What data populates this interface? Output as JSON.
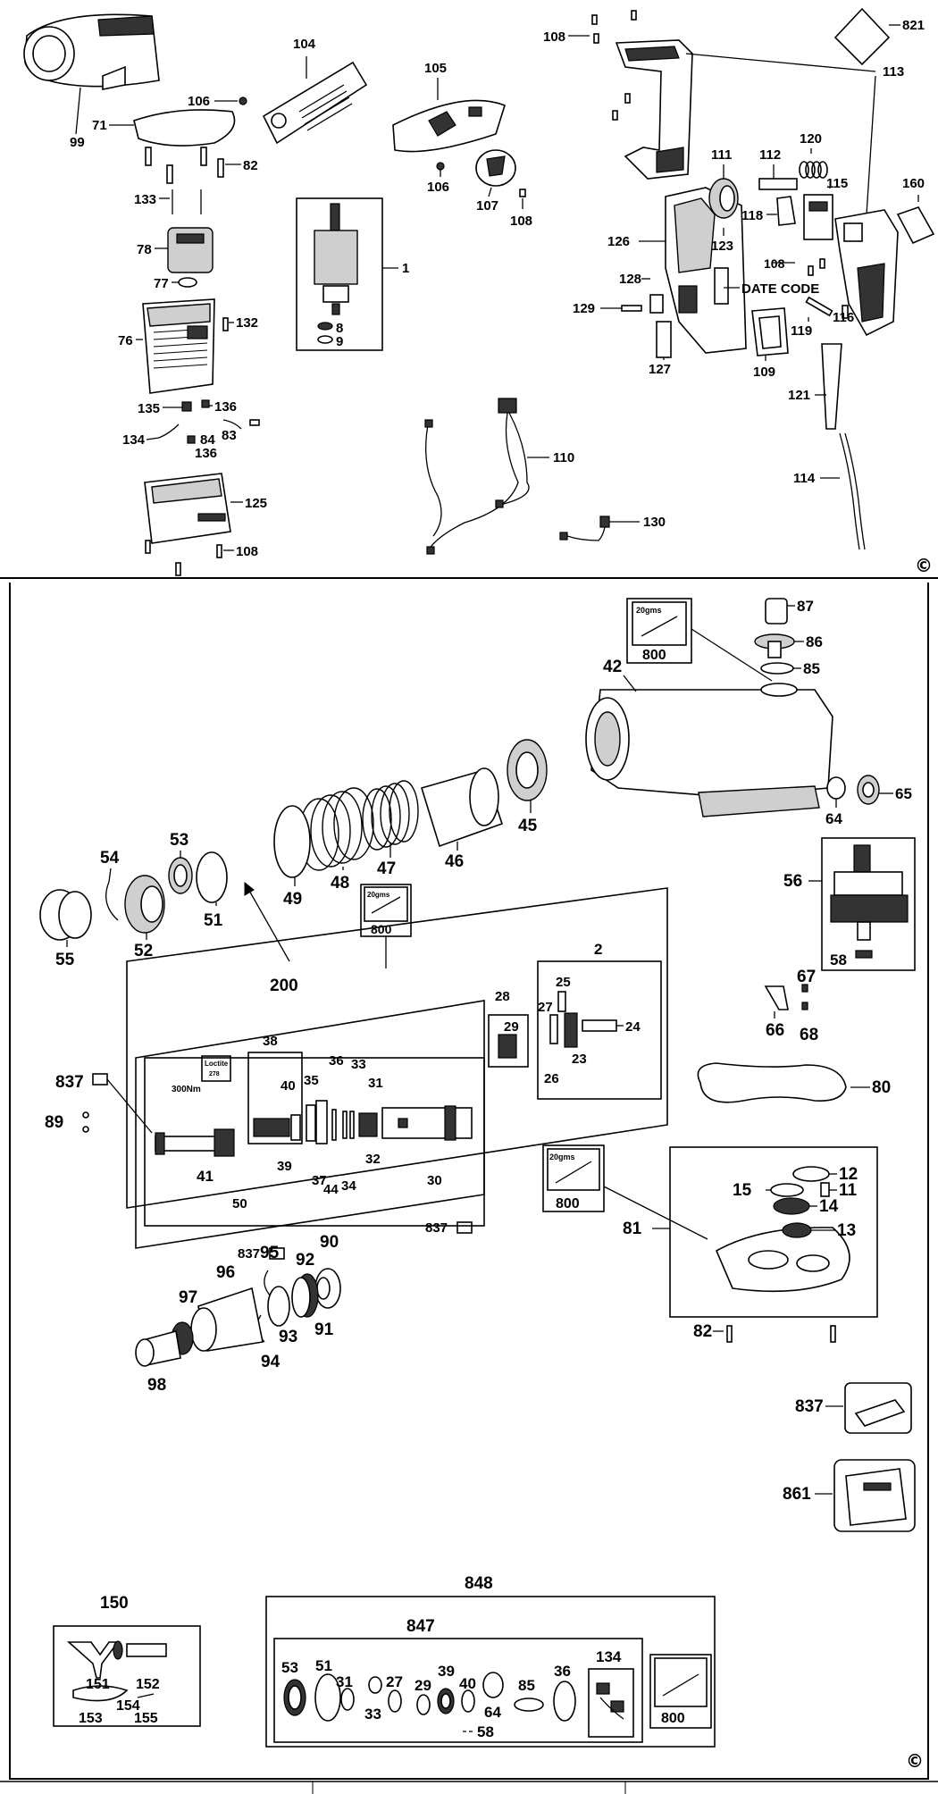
{
  "top_labels": {
    "l99": "99",
    "l71": "71",
    "l106a": "106",
    "l82a": "82",
    "l133": "133",
    "l78": "78",
    "l77": "77",
    "l76": "76",
    "l132": "132",
    "l135": "135",
    "l136a": "136",
    "l134a": "134",
    "l84": "84",
    "l83": "83",
    "l136b": "136",
    "l125": "125",
    "l108a": "108",
    "l104": "104",
    "l1": "1",
    "l8": "8",
    "l9": "9",
    "l105": "105",
    "l106b": "106",
    "l107": "107",
    "l108b": "108",
    "l110": "110",
    "l130": "130",
    "l108c": "108",
    "l821": "821",
    "l113": "113",
    "l111": "111",
    "l112": "112",
    "l120": "120",
    "l118": "118",
    "l115": "115",
    "l160": "160",
    "l126": "126",
    "l123": "123",
    "l108d": "108",
    "date_code": "DATE CODE",
    "l128": "128",
    "l129": "129",
    "l116": "116",
    "l119": "119",
    "l127": "127",
    "l109": "109",
    "l121": "121",
    "l114": "114"
  },
  "bottom_labels": {
    "l87": "87",
    "l86": "86",
    "l85": "85",
    "l42": "42",
    "l65": "65",
    "l64": "64",
    "l45": "45",
    "l46": "46",
    "l47": "47",
    "l48": "48",
    "l49": "49",
    "l53": "53",
    "l54": "54",
    "l51": "51",
    "l52": "52",
    "l55": "55",
    "l56": "56",
    "l58": "58",
    "l67": "67",
    "l66": "66",
    "l68": "68",
    "l2": "2",
    "l25": "25",
    "l24": "24",
    "l27": "27",
    "l23": "23",
    "l26": "26",
    "l28": "28",
    "l29": "29",
    "l200": "200",
    "l36": "36",
    "l33": "33",
    "l38": "38",
    "l35": "35",
    "l31": "31",
    "l40": "40",
    "l837a": "837",
    "l89": "89",
    "l41": "41",
    "l50": "50",
    "l39": "39",
    "l37": "37",
    "l44": "44",
    "l34": "34",
    "l32": "32",
    "l30": "30",
    "l837b": "837",
    "l837c": "837",
    "l80": "80",
    "l12": "12",
    "l15": "15",
    "l11": "11",
    "l14": "14",
    "l81": "81",
    "l13": "13",
    "l82": "82",
    "l95": "95",
    "l90": "90",
    "l96": "96",
    "l92": "92",
    "l97": "97",
    "l93": "93",
    "l91": "91",
    "l94": "94",
    "l98": "98",
    "l837d": "837",
    "l861": "861",
    "l150": "150",
    "l151": "151",
    "l152": "152",
    "l153": "153",
    "l154": "154",
    "l155": "155",
    "l848": "848",
    "l847": "847",
    "k53": "53",
    "k51": "51",
    "k31": "31",
    "k33": "33",
    "k27": "27",
    "k29": "29",
    "k39": "39",
    "k40": "40",
    "k64": "64",
    "k85": "85",
    "k36": "36",
    "k58": "58",
    "k134": "134"
  },
  "grease_boxes": {
    "g1_qty": "20gms",
    "g1_num": "800",
    "g2_qty": "20gms",
    "g2_num": "800",
    "g3_qty": "20gms",
    "g3_num": "800",
    "g4_num": "800"
  },
  "loctite": {
    "name": "Loctite",
    "code": "278",
    "torque": "300Nm"
  },
  "copyright_top": "©",
  "copyright_bottom": "©"
}
